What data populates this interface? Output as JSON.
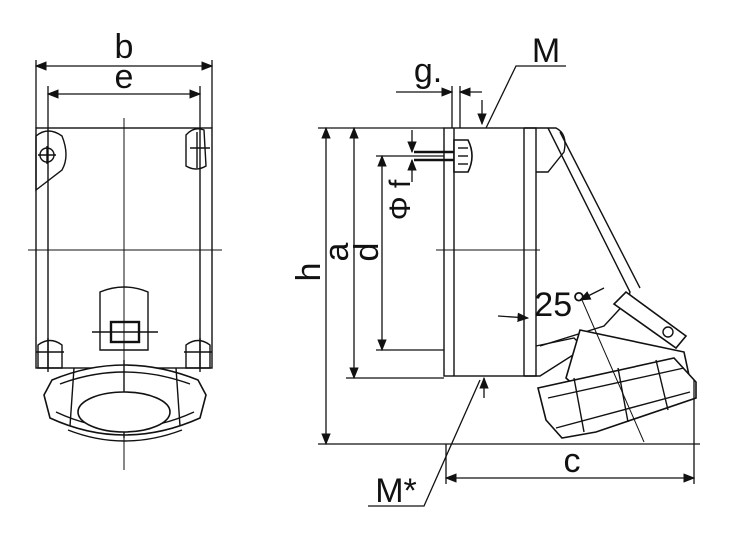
{
  "labels": {
    "b": "b",
    "e": "e",
    "g": "g.",
    "M": "M",
    "phi_f": "Φ f",
    "h": "h",
    "a": "a",
    "d": "d",
    "angle": "25°",
    "M_star": "M*",
    "c": "c"
  }
}
